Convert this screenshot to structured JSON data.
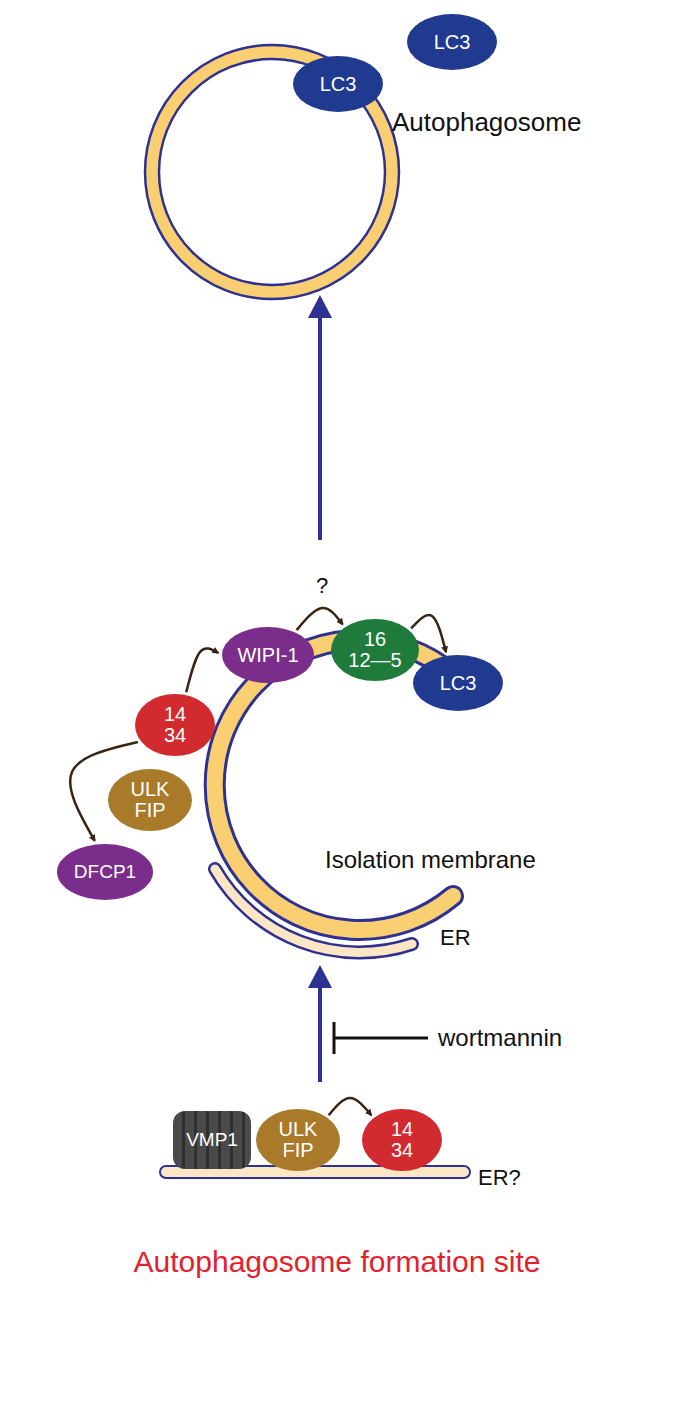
{
  "diagram": {
    "nodes": [
      {
        "text": [
          "LC3"
        ]
      },
      {
        "text": [
          "LC3"
        ]
      },
      {
        "text": [
          "WIPI-1"
        ]
      },
      {
        "text": [
          "16 12—5"
        ]
      },
      {
        "text": [
          "LC3"
        ]
      },
      {
        "text": [
          "14 34"
        ]
      },
      {
        "text": [
          "ULK FIP"
        ]
      },
      {
        "text": [
          "DFCP1"
        ]
      },
      {
        "text": [
          "VMP1"
        ]
      },
      {
        "text": [
          "ULK FIP"
        ]
      },
      {
        "text": [
          "14 34"
        ]
      }
    ],
    "edges": [
      {
        "from": 5,
        "to": 2,
        "arrow": "to"
      },
      {
        "from": 2,
        "to": 3,
        "label": "?",
        "arrow": "to"
      },
      {
        "from": 3,
        "to": 4,
        "arrow": "to"
      },
      {
        "from": 5,
        "to": 7,
        "arrow": "to"
      },
      {
        "from": 9,
        "to": 10,
        "arrow": "to"
      }
    ],
    "labels": [
      "Autophagosome",
      "Isolation membrane",
      "ER",
      "wortmannin",
      "ER?",
      "Autophagosome formation site"
    ]
  }
}
